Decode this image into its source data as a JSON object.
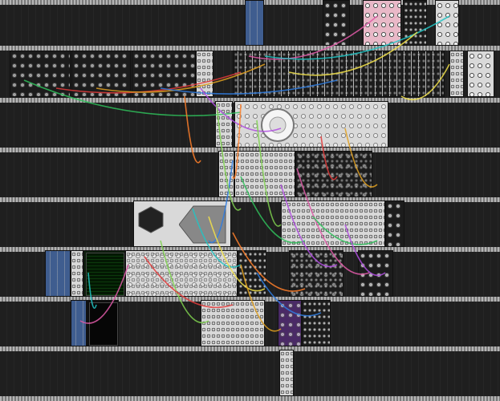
{
  "rack": {
    "rail_color": "#9a9a9a",
    "background_color": "#232323"
  },
  "modules": [
    {
      "id": "m-topblue1",
      "label": "",
      "kind": "blue"
    },
    {
      "id": "m-top-a",
      "label": "",
      "kind": "dark"
    },
    {
      "id": "m-top-pink",
      "label": "",
      "kind": "pink"
    },
    {
      "id": "m-top-b",
      "label": "",
      "kind": "dark"
    },
    {
      "id": "m-top-c",
      "label": "",
      "kind": "panel"
    },
    {
      "id": "m-seq1",
      "label": "",
      "kind": "dark"
    },
    {
      "id": "m-seq2",
      "label": "",
      "kind": "dark"
    },
    {
      "id": "m-seq3",
      "label": "",
      "kind": "dark"
    },
    {
      "id": "m-mixer",
      "label": "",
      "kind": "dark"
    },
    {
      "id": "m-cv",
      "label": "",
      "kind": "panel"
    },
    {
      "id": "m-right-a",
      "label": "",
      "kind": "panel"
    },
    {
      "id": "m-clock",
      "label": "",
      "kind": "panel"
    },
    {
      "id": "m-row3-a",
      "label": "",
      "kind": "panel"
    },
    {
      "id": "m-row3-b",
      "label": "",
      "kind": "dark"
    },
    {
      "id": "m-controller",
      "label": "",
      "kind": "panel"
    },
    {
      "id": "m-row4-grid",
      "label": "",
      "kind": "panel"
    },
    {
      "id": "m-row4-dark",
      "label": "",
      "kind": "dark"
    },
    {
      "id": "m-scope",
      "label": "",
      "kind": "green"
    },
    {
      "id": "m-row5-a",
      "label": "",
      "kind": "panel"
    },
    {
      "id": "m-row5-b",
      "label": "",
      "kind": "dark"
    },
    {
      "id": "m-row5-c",
      "label": "",
      "kind": "dark"
    },
    {
      "id": "m-row6-screen",
      "label": "",
      "kind": "black"
    },
    {
      "id": "m-row6-a",
      "label": "",
      "kind": "panel"
    },
    {
      "id": "m-row6-purple",
      "label": "",
      "kind": "purple"
    },
    {
      "id": "m-row7",
      "label": "",
      "kind": "panel"
    }
  ],
  "cable_colors": [
    "#e23b3b",
    "#e0a020",
    "#2f7de0",
    "#2fbf5a",
    "#b04de0",
    "#e05aa8",
    "#21c4c4",
    "#f2e24a",
    "#ff7f2a",
    "#7fd14f"
  ]
}
